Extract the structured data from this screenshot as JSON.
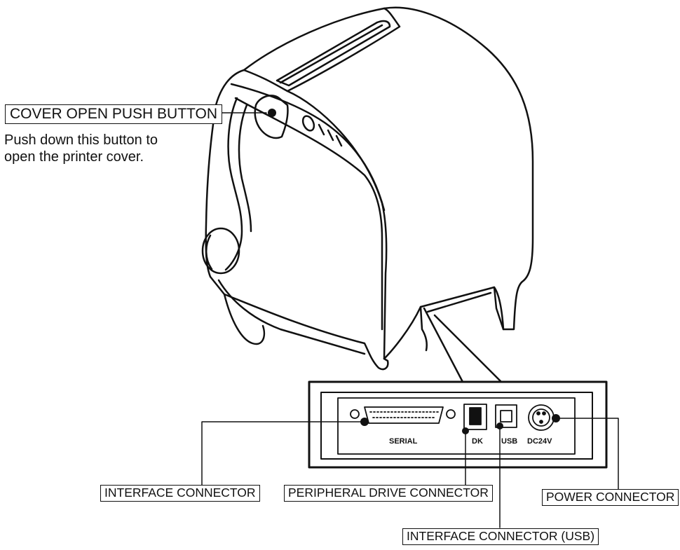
{
  "labels": {
    "cover_button": "COVER OPEN PUSH BUTTON",
    "cover_description": [
      "Push down this button to",
      "open the printer cover."
    ],
    "interface_connector": "INTERFACE CONNECTOR",
    "peripheral_drive_connector": "PERIPHERAL DRIVE CONNECTOR",
    "power_connector": "POWER CONNECTOR",
    "interface_connector_usb": "INTERFACE CONNECTOR (USB)"
  },
  "port_labels": {
    "serial": "SERIAL",
    "dk": "DK",
    "usb": "USB",
    "dc24v": "DC24V"
  }
}
